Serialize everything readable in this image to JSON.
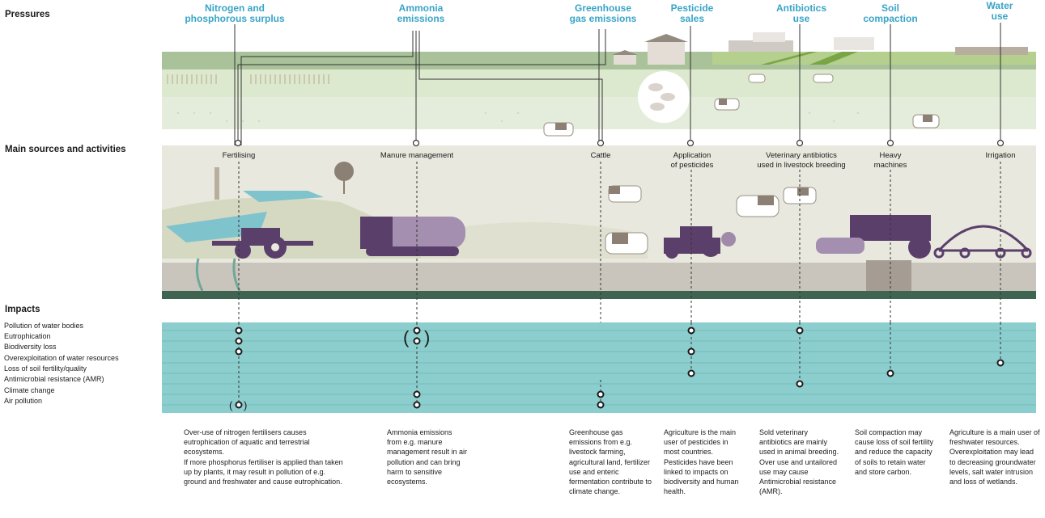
{
  "sections": {
    "pressures": "Pressures",
    "sources": "Main sources and activities",
    "impacts": "Impacts"
  },
  "pressures": [
    {
      "line1": "Nitrogen and",
      "line2": "phosphorous surplus"
    },
    {
      "line1": "Ammonia",
      "line2": "emissions"
    },
    {
      "line1": "Greenhouse",
      "line2": "gas emissions"
    },
    {
      "line1": "Pesticide",
      "line2": "sales"
    },
    {
      "line1": "Antibiotics",
      "line2": "use"
    },
    {
      "line1": "Soil",
      "line2": "compaction"
    },
    {
      "line1": "Water",
      "line2": "use"
    }
  ],
  "sources": [
    {
      "line1": "Fertilising",
      "line2": ""
    },
    {
      "line1": "Manure management",
      "line2": ""
    },
    {
      "line1": "Cattle",
      "line2": ""
    },
    {
      "line1": "Application",
      "line2": "of pesticides"
    },
    {
      "line1": "Veterinary antibiotics",
      "line2": "used in livestock breeding"
    },
    {
      "line1": "Heavy",
      "line2": "machines"
    },
    {
      "line1": "Irrigation",
      "line2": ""
    }
  ],
  "impacts": [
    "Pollution of water bodies",
    "Eutrophication",
    "Biodiversity loss",
    "Overexploitation of water resources",
    "Loss of soil fertility/quality",
    "Antimicrobial resistance (AMR)",
    "Climate change",
    "Air pollution"
  ],
  "descriptions": [
    {
      "p1": "Over-use of nitrogen fertilisers causes eutrophication of aquatic and terrestrial ecosystems.",
      "p2": "If more phosphorus fertiliser is applied than taken up by plants, it may result in pollution of e.g. ground and freshwater and cause eutrophication."
    },
    {
      "p1": "Ammonia emissions from e.g. manure management result in air pollution and can bring harm to sensitive ecosystems.",
      "p2": ""
    },
    {
      "p1": "Greenhouse gas emissions from e.g. livestock farming, agricultural land, fertilizer use and enteric fermentation contribute to climate change.",
      "p2": ""
    },
    {
      "p1": "Agriculture is the main user of pesticides in most countries. Pesticides have been linked to impacts on biodiversity and human health.",
      "p2": ""
    },
    {
      "p1": "Sold veterinary antibiotics are mainly used in animal breeding. Over use and untailored use may cause Antimicrobial resistance (AMR).",
      "p2": ""
    },
    {
      "p1": "Soil compaction may cause loss of soil fertility and reduce the capacity of soils to retain water and store carbon.",
      "p2": ""
    },
    {
      "p1": "Agriculture is a main user of freshwater resources. Overexploitation may lead to decreasing groundwater levels, salt water intrusion and loss of wetlands.",
      "p2": ""
    }
  ],
  "colors": {
    "pressure_text": "#39a4c6",
    "impact_band": "#8ccdcd",
    "field_green": "#dde9cf",
    "machine_purple": "#5b3f6b",
    "ground": "#c9c5bd"
  },
  "icons": [
    "tractor-icon",
    "manure-tank-icon",
    "cow-icon",
    "sprayer-icon",
    "harvester-icon",
    "irrigation-pivot-icon",
    "farm-buildings-icon",
    "pig-icon"
  ]
}
